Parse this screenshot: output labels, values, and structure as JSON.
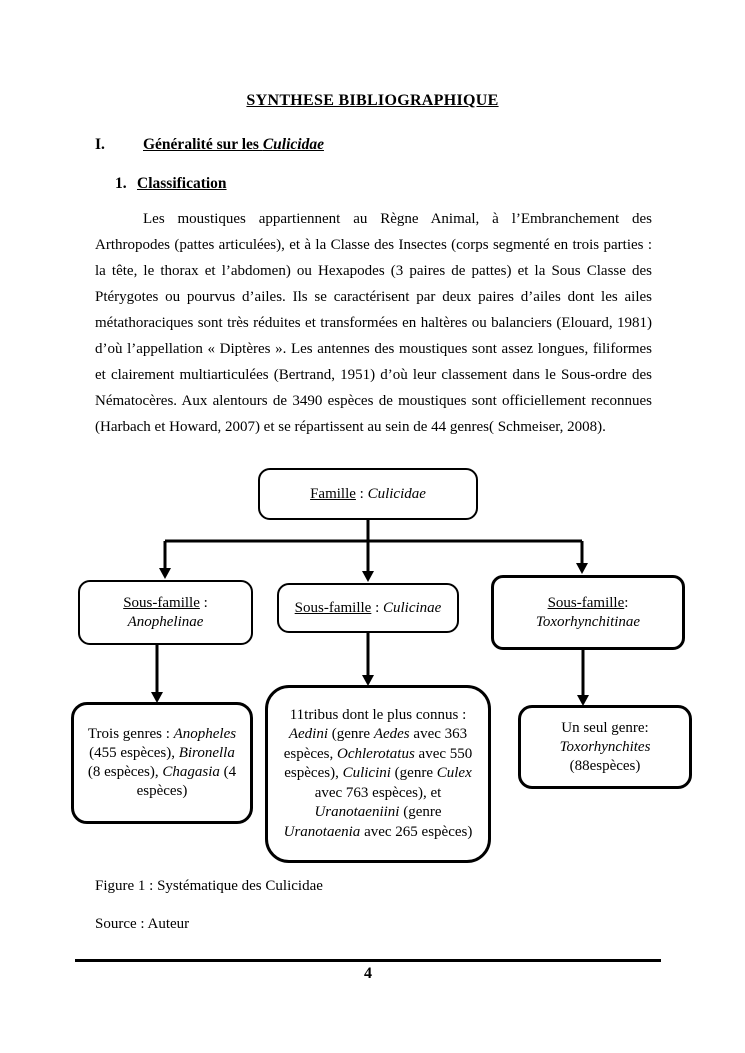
{
  "page": {
    "title": "SYNTHESE BIBLIOGRAPHIQUE",
    "number": "4"
  },
  "headings": {
    "section": {
      "numeral": "I.",
      "segments": [
        {
          "t": "Généralité sur les "
        },
        {
          "t": "Culicidae",
          "i": true
        }
      ]
    },
    "sub": {
      "numeral": "1.",
      "label": "Classification"
    }
  },
  "paragraph": "Les moustiques appartiennent au Règne Animal, à l’Embranchement des Arthropodes (pattes articulées), et à la Classe des Insectes (corps segmenté en trois parties : la tête, le thorax et l’abdomen) ou Hexapodes (3 paires de pattes) et la Sous Classe des Ptérygotes ou pourvus d’ailes. Ils se caractérisent par deux paires d’ailes dont les ailes métathoraciques sont très réduites et transformées en haltères ou balanciers (Elouard, 1981) d’où l’appellation « Diptères ». Les antennes des moustiques sont assez longues, filiformes et clairement multiarticulées (Bertrand, 1951) d’où leur classement dans le Sous-ordre des Nématocères. Aux alentours de 3490 espèces de moustiques sont officiellement reconnues (Harbach et Howard, 2007) et se répartissent au sein de 44 genres( Schmeiser, 2008).",
  "diagram": {
    "famille": {
      "lines": [
        [
          {
            "t": "Famille",
            "u": true
          },
          {
            "t": " : "
          },
          {
            "t": "Culicidae",
            "i": true
          }
        ]
      ]
    },
    "anophelinae": {
      "lines": [
        [
          {
            "t": "Sous-famille",
            "u": true
          },
          {
            "t": " :"
          }
        ],
        [
          {
            "t": "Anophelinae",
            "i": true
          }
        ]
      ]
    },
    "culicinae": {
      "lines": [
        [
          {
            "t": "Sous-famille",
            "u": true
          },
          {
            "t": " : "
          },
          {
            "t": "Culicinae",
            "i": true
          }
        ]
      ]
    },
    "toxorhynchitinae": {
      "lines": [
        [
          {
            "t": "Sous-famille",
            "u": true
          },
          {
            "t": ":"
          }
        ],
        [
          {
            "t": "Toxorhynchitinae",
            "i": true
          }
        ]
      ]
    },
    "trois_genres": {
      "segments": [
        {
          "t": "Trois genres : "
        },
        {
          "t": "Anopheles",
          "i": true
        },
        {
          "t": " (455 espèces), "
        },
        {
          "t": "Bironella",
          "i": true
        },
        {
          "t": " (8 espèces), "
        },
        {
          "t": "Chagasia",
          "i": true
        },
        {
          "t": " (4 espèces)"
        }
      ]
    },
    "tribus": {
      "segments": [
        {
          "t": "11tribus dont le plus connus : "
        },
        {
          "t": "Aedini",
          "i": true
        },
        {
          "t": " (genre "
        },
        {
          "t": "Aedes",
          "i": true
        },
        {
          "t": " avec 363 espèces, "
        },
        {
          "t": "Ochlerotatus",
          "i": true
        },
        {
          "t": " avec 550 espèces), "
        },
        {
          "t": "Culicini",
          "i": true
        },
        {
          "t": " (genre "
        },
        {
          "t": "Culex",
          "i": true
        },
        {
          "t": " avec 763 espèces), et "
        },
        {
          "t": "Uranotaeniini",
          "i": true
        },
        {
          "t": " (genre "
        },
        {
          "t": "Uranotaenia",
          "i": true
        },
        {
          "t": " avec 265 espèces)"
        }
      ]
    },
    "toxorhynchites_genre": {
      "lines": [
        [
          {
            "t": "Un seul genre:"
          }
        ],
        [
          {
            "t": "Toxorhynchites",
            "i": true
          }
        ],
        [
          {
            "t": "(88espèces)"
          }
        ]
      ]
    }
  },
  "captions": {
    "figure": "Figure 1 : Systématique des Culicidae",
    "source": "Source : Auteur"
  }
}
